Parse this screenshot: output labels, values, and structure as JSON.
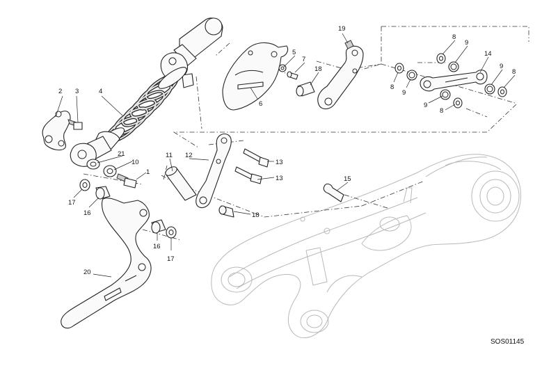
{
  "callouts": {
    "c1": "1",
    "c2": "2",
    "c3": "3",
    "c4": "4",
    "c5": "5",
    "c6": "6",
    "c7": "7",
    "c8a": "8",
    "c8b": "8",
    "c8c": "8",
    "c8d": "8",
    "c9a": "9",
    "c9b": "9",
    "c9c": "9",
    "c9d": "9",
    "c10": "10",
    "c11": "11",
    "c12": "12",
    "c13": "13",
    "c14": "14",
    "c15": "15",
    "c16a": "16",
    "c16b": "16",
    "c17a": "17",
    "c17b": "17",
    "c18a": "18",
    "c18b": "18",
    "c19": "19",
    "c20": "20",
    "c21": "21"
  },
  "drawing_code": "SOS01145",
  "icons": {
    "shock_absorber": "rear-shock-absorber-icon",
    "swingarm": "swingarm-outline-icon",
    "heel_guard": "heel-guard-icon",
    "linkage_rod": "linkage-rod-icon",
    "rocker": "rocker-arm-icon"
  }
}
